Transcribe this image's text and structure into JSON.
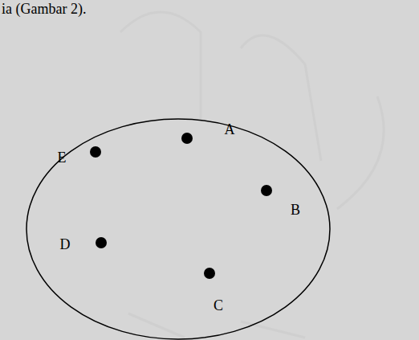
{
  "diagram": {
    "labels": [
      "ia (Gambar 2).",
      "A",
      "B",
      "C",
      "D",
      "E"
    ]
  }
}
